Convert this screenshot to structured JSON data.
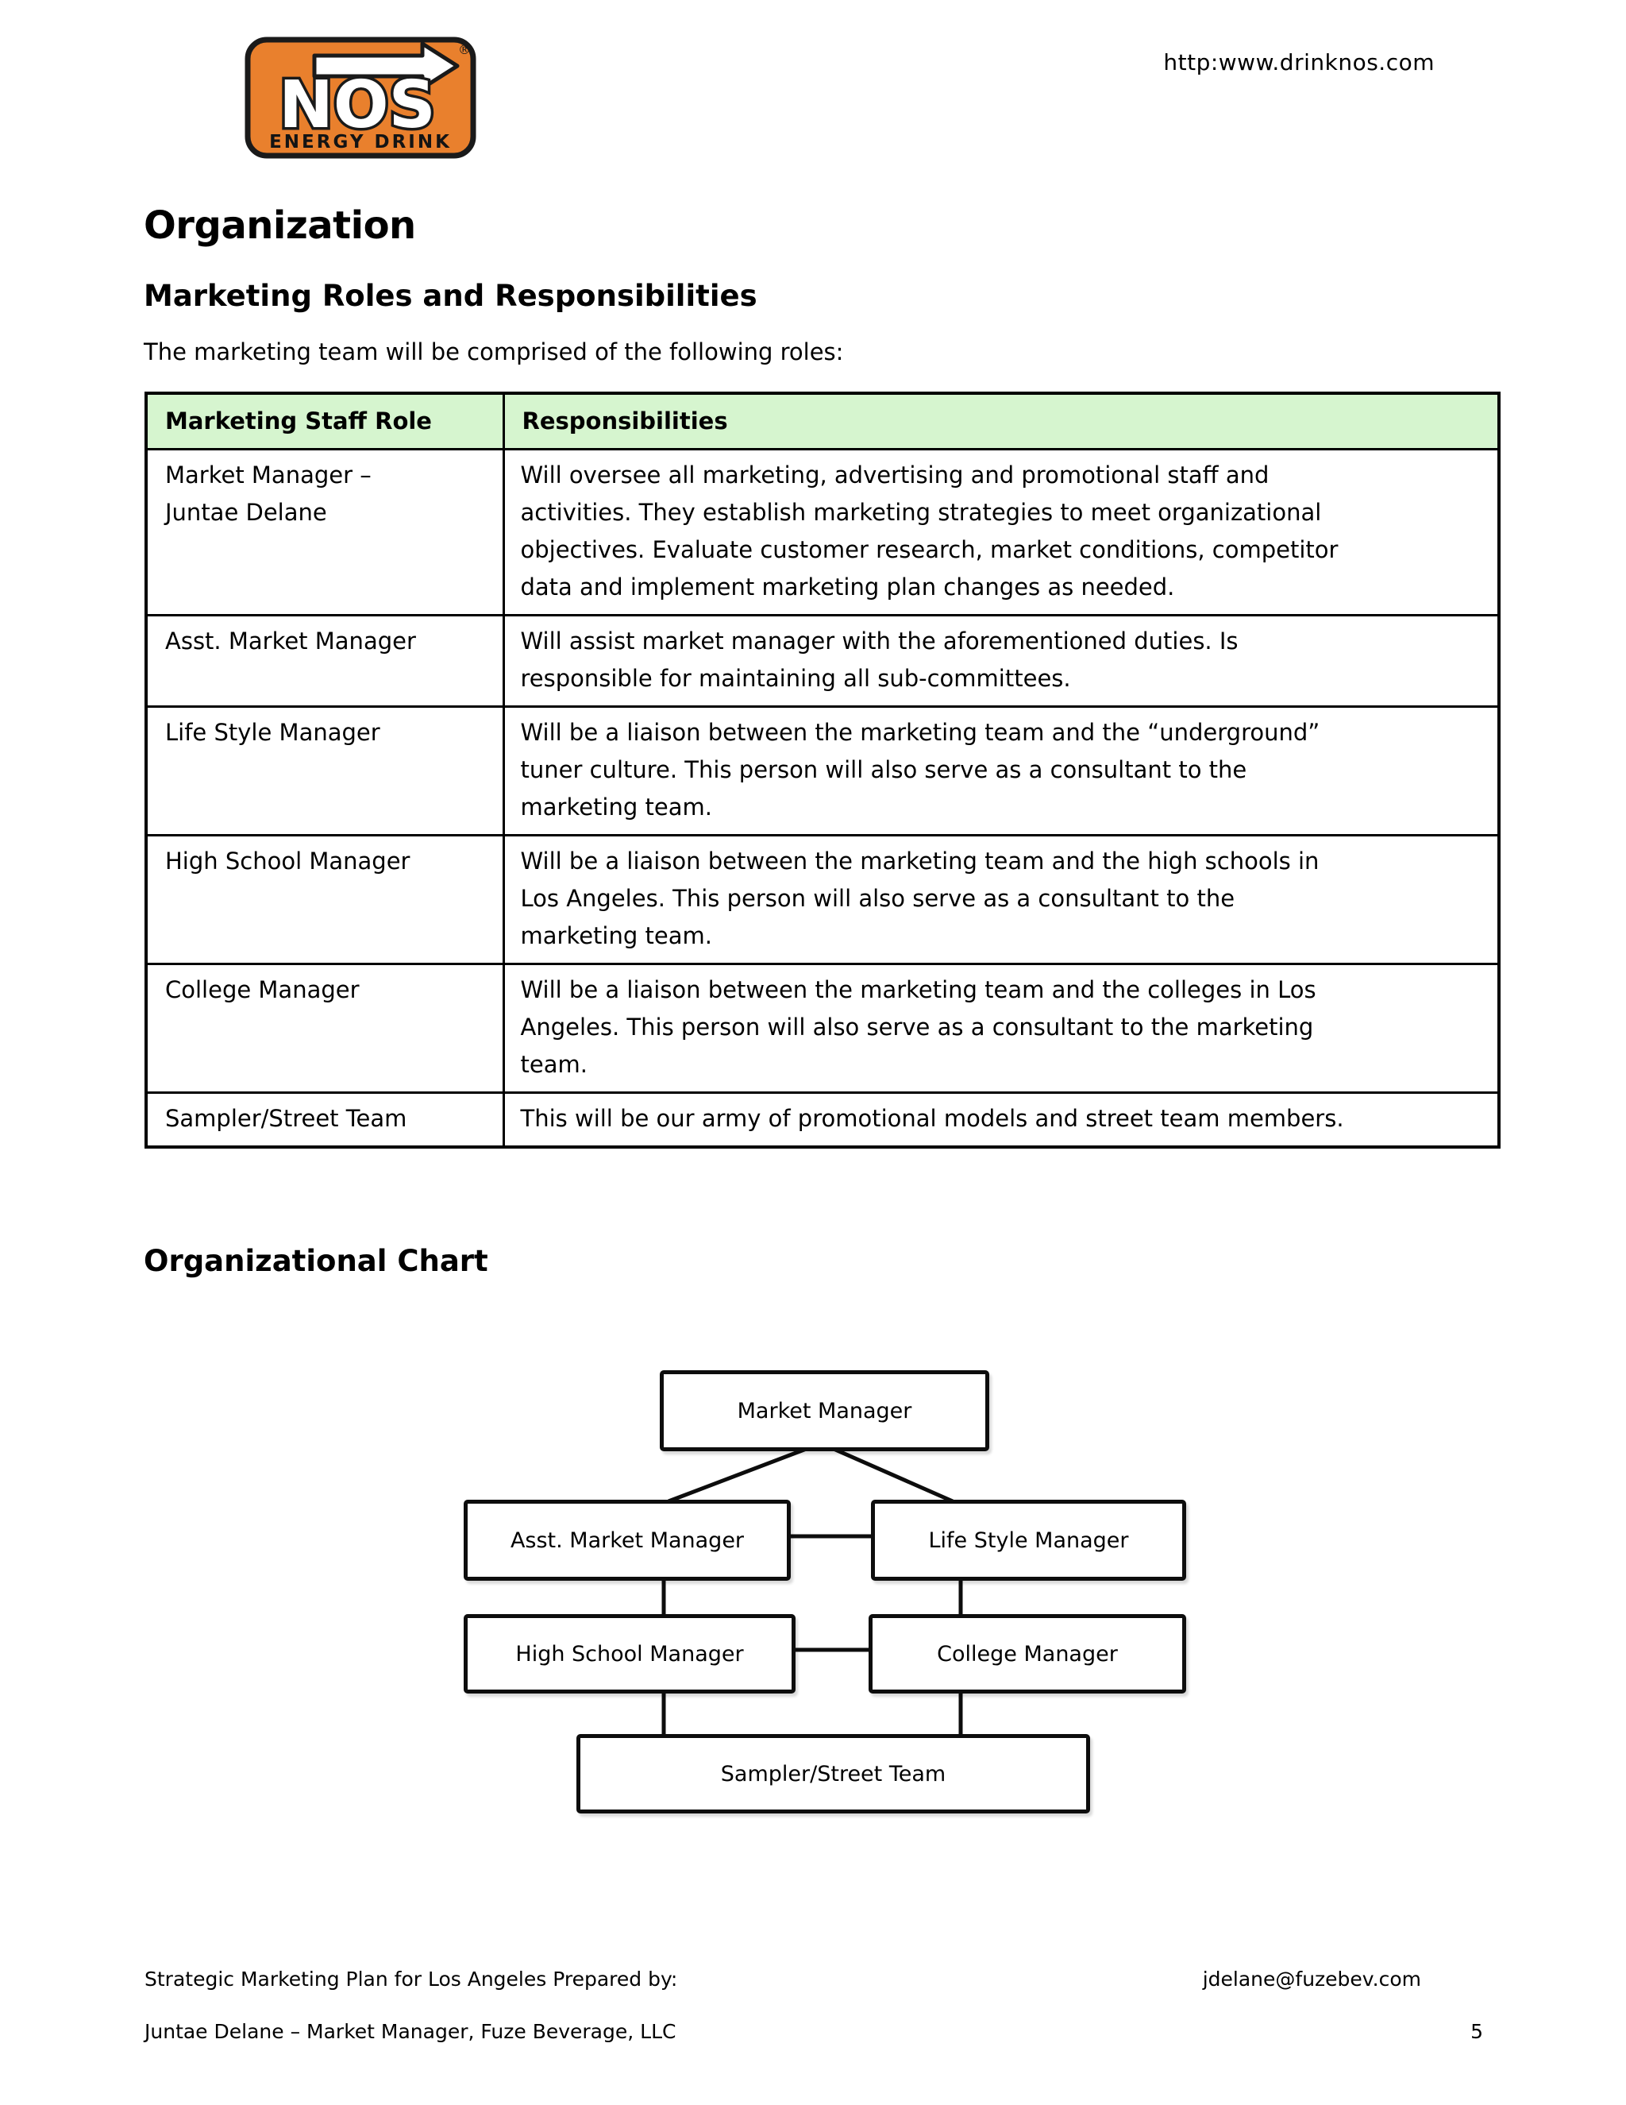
{
  "header": {
    "url": "http:www.drinknos.com"
  },
  "logo": {
    "brand": "NOS",
    "tagline": "ENERGY DRINK",
    "registered": "®",
    "orange": "#e9802d"
  },
  "headings": {
    "h1": "Organization",
    "roles_section": "Marketing Roles and Responsibilities",
    "chart_section": "Organizational Chart"
  },
  "intro": "The marketing team will be comprised of the following roles:",
  "roles_table": {
    "header_bg": "#d6f5cf",
    "columns": [
      "Marketing Staff Role",
      "Responsibilities"
    ],
    "rows": [
      {
        "role": "Market Manager –\nJuntae Delane",
        "responsibilities": "Will oversee all marketing, advertising and promotional staff and\nactivities. They establish marketing strategies to meet organizational\nobjectives. Evaluate customer research, market conditions, competitor\ndata and implement marketing plan changes as needed."
      },
      {
        "role": "Asst. Market Manager",
        "responsibilities": "Will assist market manager with the aforementioned duties. Is\nresponsible for maintaining all sub-committees."
      },
      {
        "role": "Life Style Manager",
        "responsibilities": "Will be a liaison between the marketing team and the “underground”\ntuner culture. This person will also serve as a consultant to the\nmarketing team."
      },
      {
        "role": "High School Manager",
        "responsibilities": "Will be a liaison between the marketing team and the high schools in\nLos Angeles. This person will also serve as a consultant to the\nmarketing team."
      },
      {
        "role": "College Manager",
        "responsibilities": "Will be a liaison between the marketing team and the colleges in Los\nAngeles. This person will also serve as a consultant to the marketing\nteam."
      },
      {
        "role": "Sampler/Street Team",
        "responsibilities": "This will be our army of promotional models and street team members."
      }
    ]
  },
  "org_chart": {
    "nodes": [
      {
        "id": "market-manager",
        "label": "Market Manager"
      },
      {
        "id": "asst-market-manager",
        "label": "Asst. Market Manager"
      },
      {
        "id": "life-style-manager",
        "label": "Life Style Manager"
      },
      {
        "id": "high-school-manager",
        "label": "High School Manager"
      },
      {
        "id": "college-manager",
        "label": "College Manager"
      },
      {
        "id": "sampler-street-team",
        "label": "Sampler/Street Team"
      }
    ],
    "edges": [
      {
        "from": "market-manager",
        "to": "asst-market-manager"
      },
      {
        "from": "market-manager",
        "to": "life-style-manager"
      },
      {
        "from": "asst-market-manager",
        "to": "life-style-manager"
      },
      {
        "from": "asst-market-manager",
        "to": "high-school-manager"
      },
      {
        "from": "life-style-manager",
        "to": "college-manager"
      },
      {
        "from": "high-school-manager",
        "to": "college-manager"
      },
      {
        "from": "high-school-manager",
        "to": "sampler-street-team"
      },
      {
        "from": "college-manager",
        "to": "sampler-street-team"
      }
    ]
  },
  "footer": {
    "line1_left": "Strategic Marketing Plan for Los Angeles Prepared by:",
    "line1_right": "jdelane@fuzebev.com",
    "line2_left": "Juntae Delane – Market Manager, Fuze Beverage, LLC",
    "page_number": "5"
  }
}
